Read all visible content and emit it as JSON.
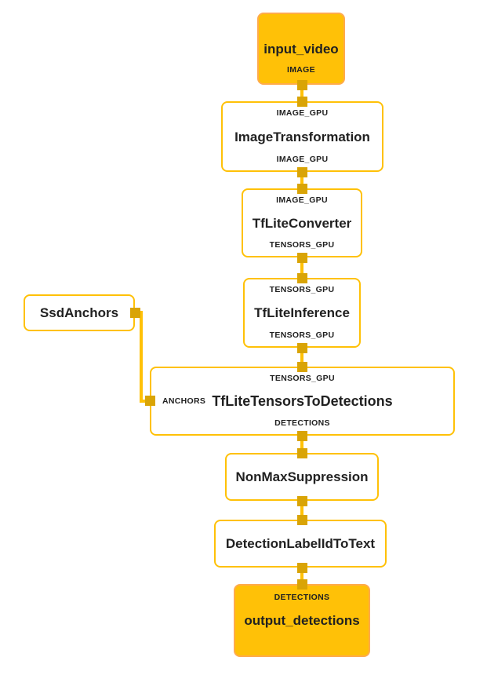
{
  "colors": {
    "accent": "#FFC107",
    "io_fill": "#FFC107",
    "io_border": "#FFAB4C",
    "port_square": "#D9A406",
    "text": "#212121",
    "background": "#FFFFFF"
  },
  "graph": {
    "nodes": {
      "input_video": {
        "title": "input_video",
        "output_port": "IMAGE"
      },
      "image_transformation": {
        "title": "ImageTransformation",
        "input_port": "IMAGE_GPU",
        "output_port": "IMAGE_GPU"
      },
      "tflite_converter": {
        "title": "TfLiteConverter",
        "input_port": "IMAGE_GPU",
        "output_port": "TENSORS_GPU"
      },
      "tflite_inference": {
        "title": "TfLiteInference",
        "input_port": "TENSORS_GPU",
        "output_port": "TENSORS_GPU"
      },
      "ssd_anchors": {
        "title": "SsdAnchors"
      },
      "tflite_tensors_to_detections": {
        "title": "TfLiteTensorsToDetections",
        "input_port": "TENSORS_GPU",
        "side_port": "ANCHORS",
        "output_port": "DETECTIONS"
      },
      "non_max_suppression": {
        "title": "NonMaxSuppression"
      },
      "detection_label_id_to_text": {
        "title": "DetectionLabelIdToText"
      },
      "output_detections": {
        "title": "output_detections",
        "input_port": "DETECTIONS"
      }
    }
  }
}
